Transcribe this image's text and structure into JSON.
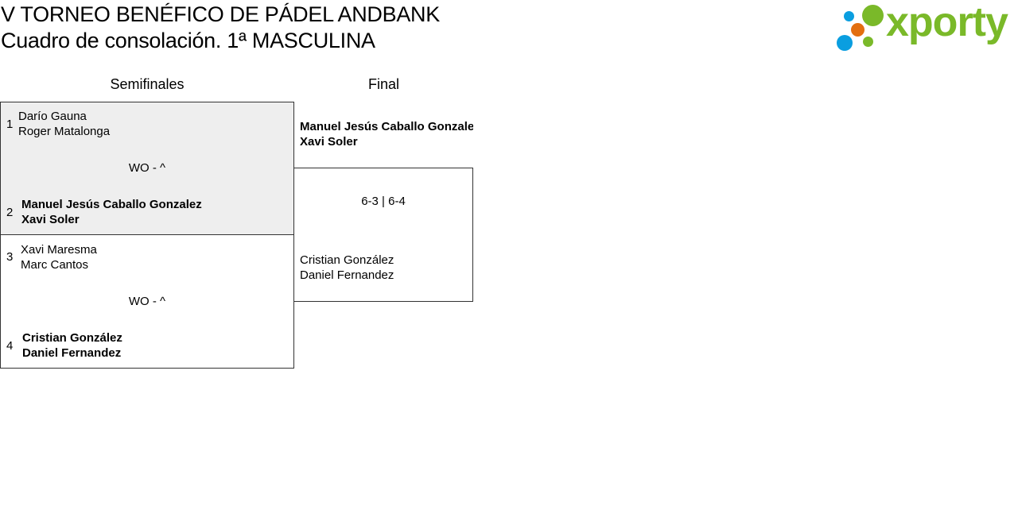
{
  "header": {
    "title_line1": "V TORNEO BENÉFICO DE PÁDEL ANDBANK",
    "title_line2": "Cuadro de consolación. 1ª MASCULINA",
    "logo_text": "xporty"
  },
  "rounds": [
    "Semifinales",
    "Final"
  ],
  "semifinals": [
    {
      "seed1": "1",
      "team1": [
        "Darío Gauna",
        "Roger Matalonga"
      ],
      "score": "WO - ^",
      "seed2": "2",
      "team2": [
        "Manuel Jesús Caballo Gonzalez",
        "Xavi Soler"
      ],
      "winner": 2
    },
    {
      "seed1": "3",
      "team1": [
        "Xavi Maresma",
        "Marc Cantos"
      ],
      "score": "WO - ^",
      "seed2": "4",
      "team2": [
        "Cristian González",
        "Daniel Fernandez"
      ],
      "winner": 2
    }
  ],
  "final": {
    "team1": [
      "Manuel Jesús Caballo Gonzalez",
      "Xavi Soler"
    ],
    "score": "6-3 | 6-4",
    "team2": [
      "Cristian González",
      "Daniel Fernandez"
    ],
    "winner": 1
  },
  "colors": {
    "match_highlight": "#eeeeee",
    "logo_green": "#7ab929",
    "logo_blue": "#0a9ee0",
    "logo_orange": "#e36f10"
  }
}
